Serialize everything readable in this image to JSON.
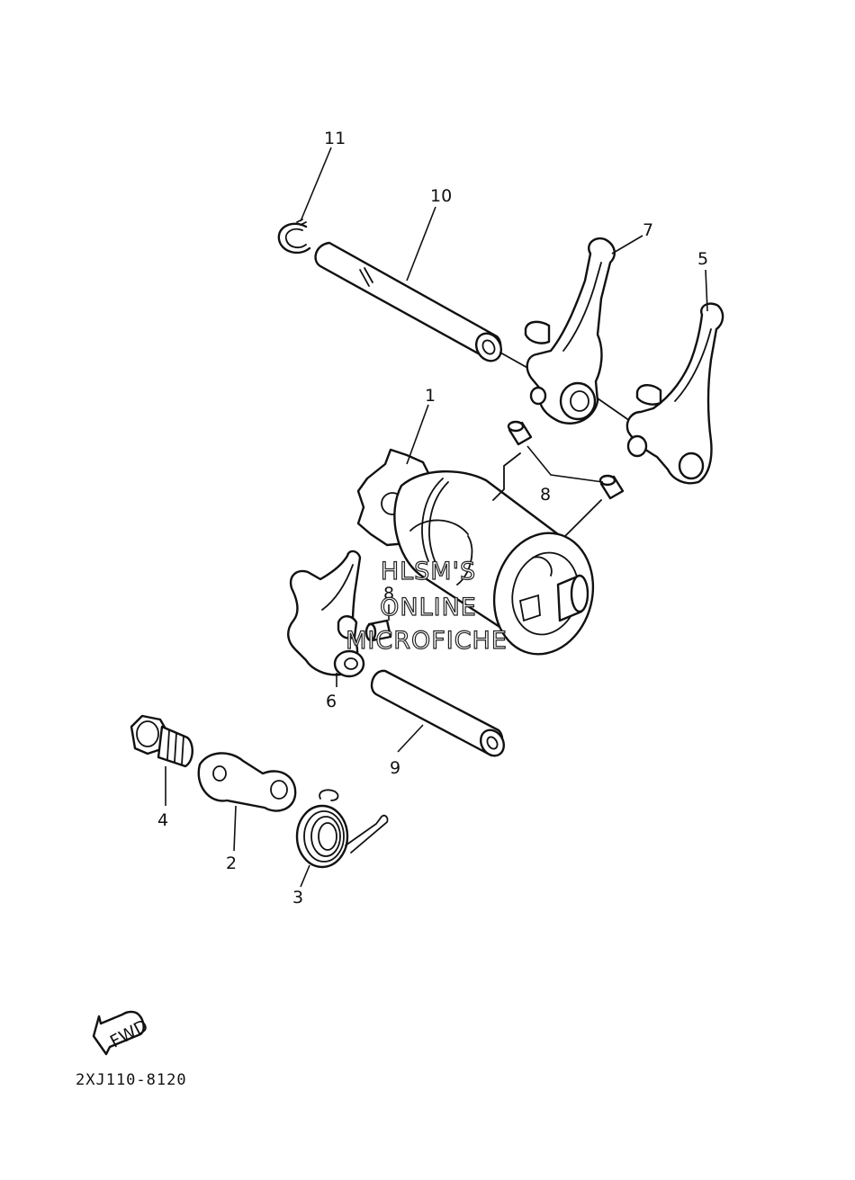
{
  "callouts": {
    "p1": "1",
    "p2": "2",
    "p3": "3",
    "p4": "4",
    "p5": "5",
    "p6": "6",
    "p7": "7",
    "p8a": "8",
    "p8b": "8",
    "p9": "9",
    "p10": "10",
    "p11": "11"
  },
  "watermark": {
    "line1": "HLSM'S",
    "line2": "ONLINE",
    "line3": "MICROFICHE"
  },
  "fwd_label": "FWD",
  "diagram_code": "2XJ110-8120"
}
